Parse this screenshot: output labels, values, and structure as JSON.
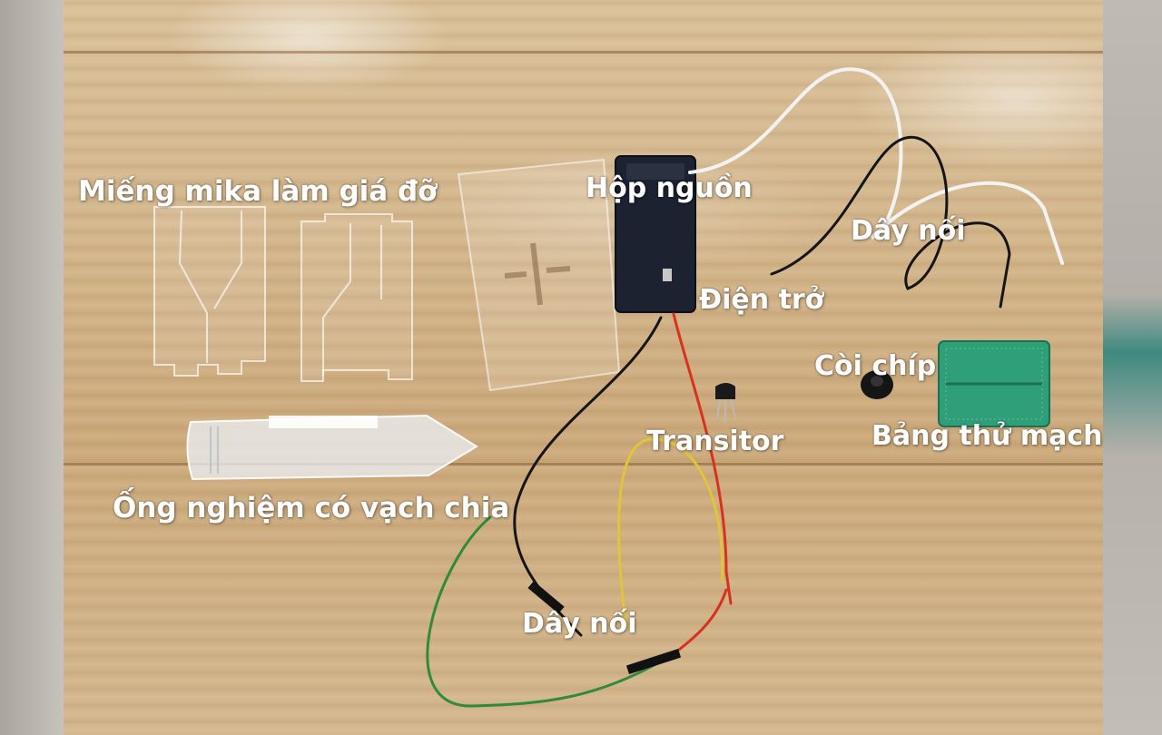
{
  "labels": {
    "mica_holder": "Miếng mika làm giá đỡ",
    "power_box": "Hộp nguồn",
    "wires_top": "Dây nối",
    "resistor": "Điện trở",
    "buzzer": "Còi chíp",
    "transistor": "Transitor",
    "breadboard": "Bảng thử mạch",
    "test_tube": "Ống nghiệm có vạch chia",
    "wires_bottom": "Dây nối"
  },
  "colors": {
    "wood": "#d2b58b",
    "battery_box": "#1c2230",
    "breadboard": "#2e9f78",
    "wire_red": "#d8321f",
    "wire_black": "#151515",
    "wire_green": "#2f8a3c",
    "wire_yellow": "#e0c43a",
    "wire_white": "#f2f2f2"
  }
}
